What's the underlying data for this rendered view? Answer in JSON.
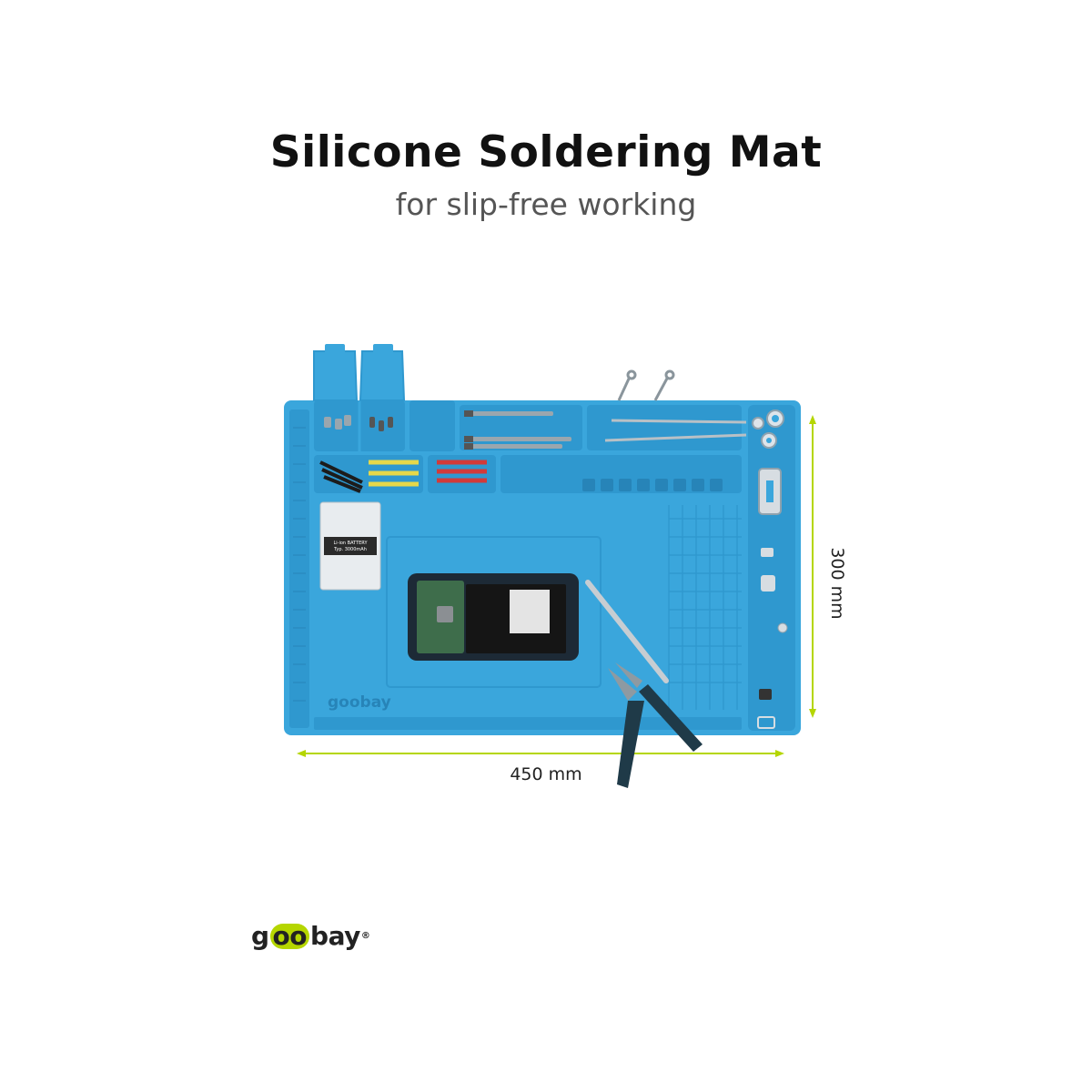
{
  "header": {
    "title": "Silicone Soldering Mat",
    "subtitle": "for slip-free working"
  },
  "dimensions": {
    "width_label": "450 mm",
    "height_label": "300 mm"
  },
  "mat": {
    "battery_label": "Li-ion BATTERY",
    "battery_sublabel": "Typ. 3000mAh",
    "imprint_logo": "goobay"
  },
  "brand": {
    "logo_text_start": "g",
    "logo_text_oo": "oo",
    "logo_text_end": "bay",
    "logo_mark": "®"
  },
  "colors": {
    "mat_blue": "#3aa6dc",
    "mat_dark": "#2b8fc4",
    "dimension_line": "#b5d600"
  }
}
